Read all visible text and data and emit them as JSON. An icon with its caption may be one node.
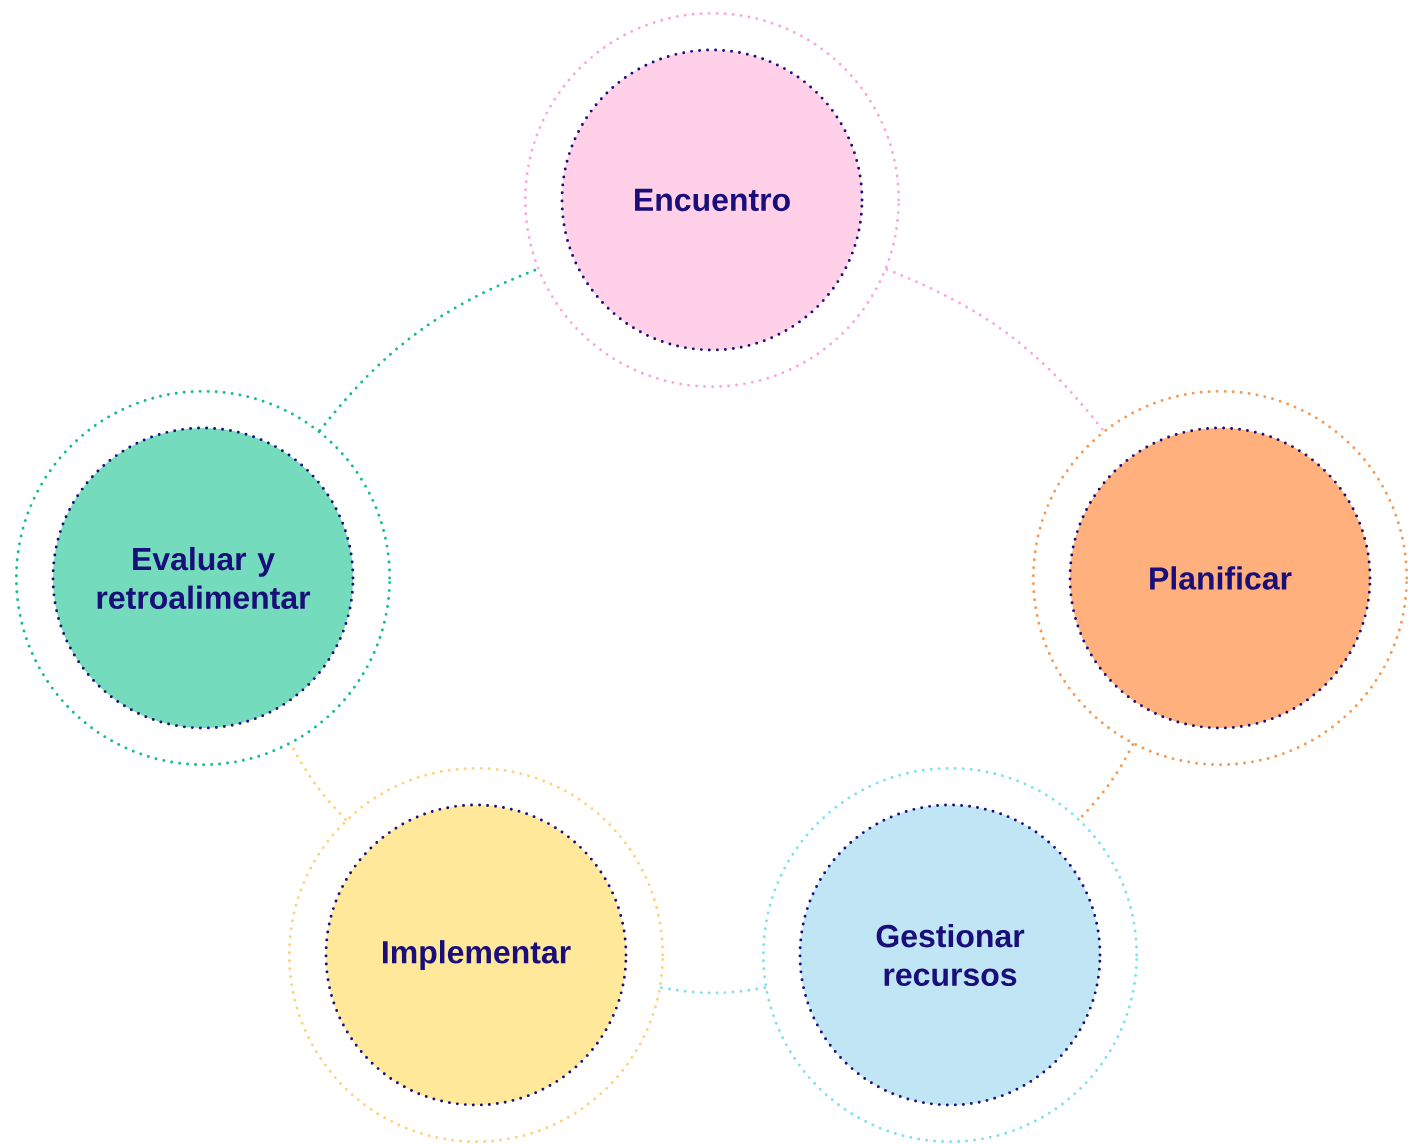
{
  "diagram": {
    "nodes": [
      {
        "text": [],
        "shape": "circle"
      },
      {
        "text": [
          "Encuentro"
        ],
        "in": 0
      },
      {
        "text": [],
        "shape": "circle"
      },
      {
        "text": [
          "Evaluar y retroalimentar"
        ],
        "in": 2
      },
      {
        "text": [],
        "shape": "circle"
      },
      {
        "text": [
          "Planificar"
        ],
        "in": 4
      },
      {
        "text": [],
        "shape": "circle"
      },
      {
        "text": [
          "Implementar"
        ],
        "in": 6
      },
      {
        "text": [],
        "shape": "circle"
      },
      {
        "text": [
          "Gestionar recursos"
        ],
        "in": 8
      }
    ],
    "edges": [
      {
        "from": 0,
        "to": 4,
        "arrow": "none",
        "color": "#f9a8de"
      },
      {
        "from": 4,
        "to": 8,
        "arrow": "none",
        "color": "#f7984f"
      },
      {
        "from": 8,
        "to": 6,
        "arrow": "none",
        "color": "#7fe0f2"
      },
      {
        "from": 6,
        "to": 2,
        "arrow": "none",
        "color": "#fcd27a"
      },
      {
        "from": 2,
        "to": 0,
        "arrow": "none",
        "color": "#10bd85"
      }
    ]
  }
}
